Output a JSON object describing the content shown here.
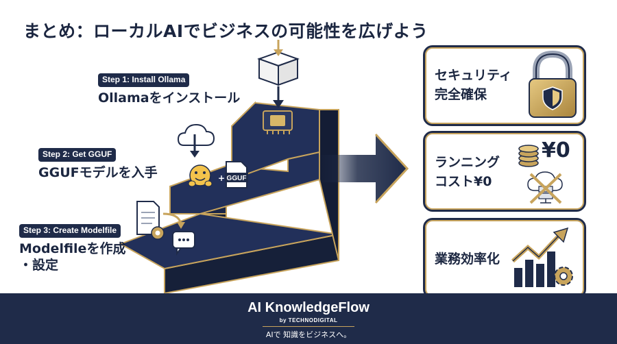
{
  "title": "まとめ：ローカルAIでビジネスの可能性を広げよう",
  "steps": [
    {
      "tag": "Step 1: Install Ollama",
      "text": "Ollamaをインストール"
    },
    {
      "tag": "Step 2: Get GGUF",
      "text": "GGUFモデルを入手",
      "file_label": "GGUF"
    },
    {
      "tag": "Step 3: Create Modelfile",
      "text_line1": "Modelfileを作成",
      "text_line2": "・設定"
    }
  ],
  "benefits": [
    {
      "line1": "セキュリティ",
      "line2": "完全確保"
    },
    {
      "line1": "ランニング",
      "line2": "コスト¥0",
      "icon_text": "¥0"
    },
    {
      "line1": "業務効率化"
    }
  ],
  "brand": {
    "name": "AI KnowledgeFlow",
    "by": "by TECHNODIGITAL",
    "tagline": "AIで 知識をビジネスへ。"
  },
  "colors": {
    "navy": "#1f2b49",
    "gold": "#c8a45c",
    "background": "#ffffff"
  }
}
